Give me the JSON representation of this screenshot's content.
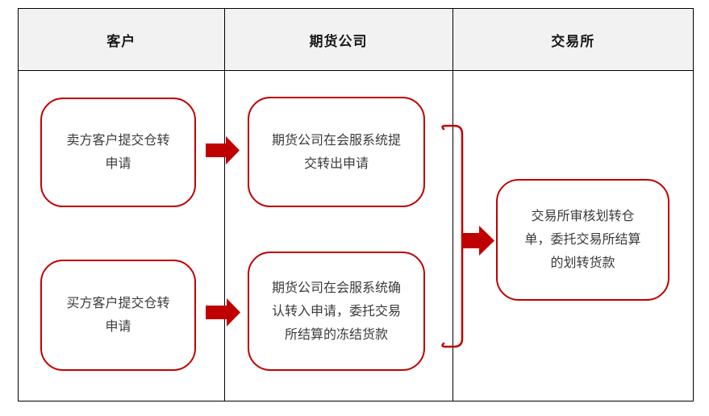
{
  "lanes": {
    "columns": [
      {
        "id": "customer",
        "label": "客户"
      },
      {
        "id": "futures-company",
        "label": "期货公司"
      },
      {
        "id": "exchange",
        "label": "交易所"
      }
    ]
  },
  "flow_boxes": {
    "seller_submit": "卖方客户提交仓转\n申请",
    "buyer_submit": "买方客户提交仓转\n申请",
    "company_submit_out": "期货公司在会服系统提\n交转出申请",
    "company_confirm_in": "期货公司在会服系统确\n认转入申请，委托交易\n所结算的冻结货款",
    "exchange_review": "交易所审核划转仓\n单，委托交易所结算\n的划转货款"
  },
  "icons": {
    "flow_arrow_top": "arrow-right",
    "flow_arrow_bottom": "arrow-right",
    "flow_arrow_merge": "arrow-right",
    "merge_bracket": "right-square-bracket"
  },
  "colors": {
    "accent_red": "#c00000",
    "header_bg": "#f2f2f2",
    "grid_line": "#000000",
    "box_text": "#3b3b3b"
  }
}
